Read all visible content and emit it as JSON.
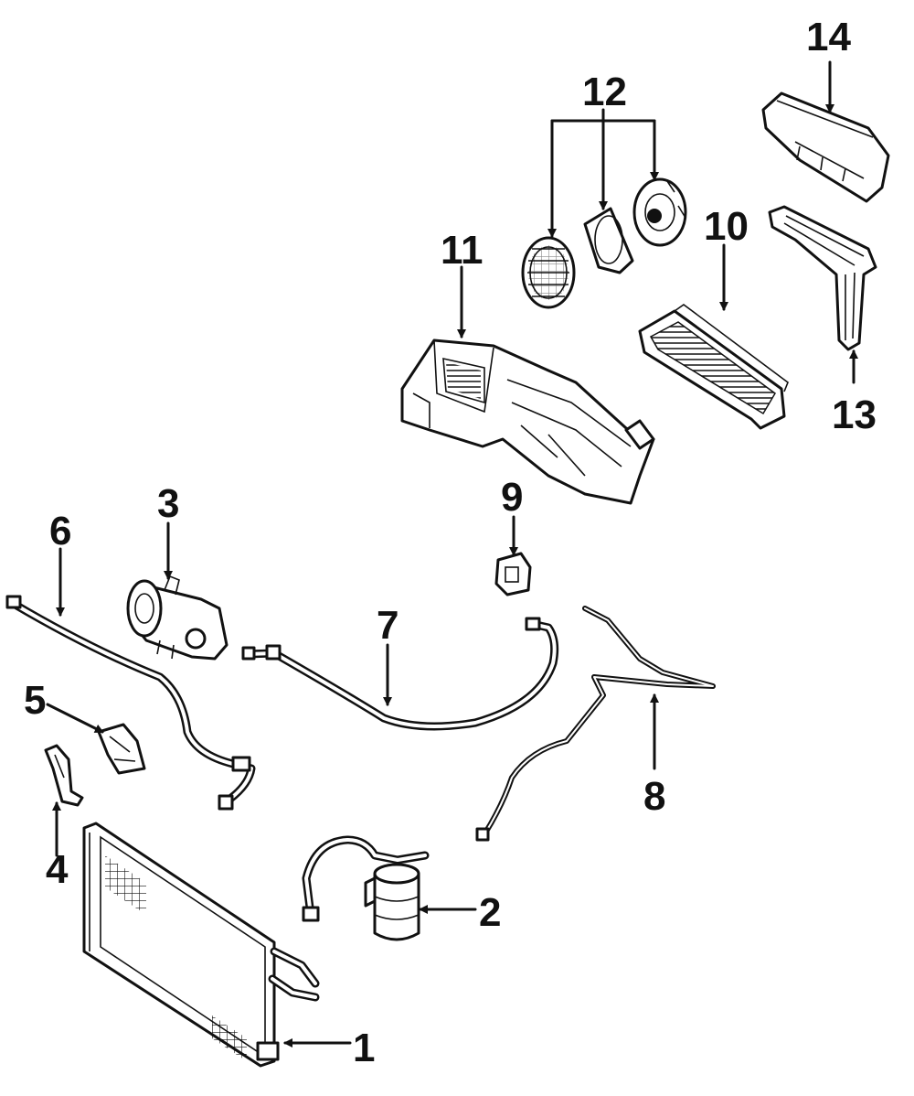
{
  "colors": {
    "ink": "#111111",
    "paper": "#ffffff"
  },
  "callouts": {
    "c1": "1",
    "c2": "2",
    "c3": "3",
    "c4": "4",
    "c5": "5",
    "c6": "6",
    "c7": "7",
    "c8": "8",
    "c9": "9",
    "c10": "10",
    "c11": "11",
    "c12": "12",
    "c13": "13",
    "c14": "14"
  }
}
